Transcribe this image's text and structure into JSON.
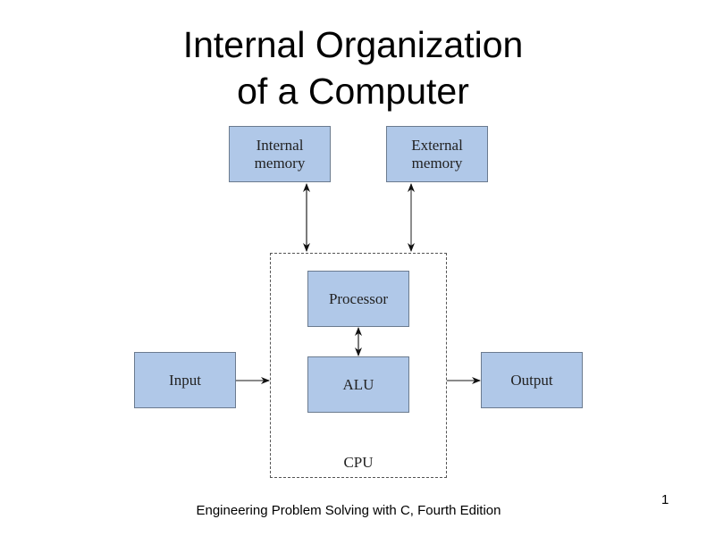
{
  "slide": {
    "title_line1": "Internal Organization",
    "title_line2": "of a Computer",
    "footer": "Engineering Problem Solving with C, Fourth Edition",
    "page_number": "1"
  },
  "diagram": {
    "internal_memory": "Internal memory",
    "external_memory": "External memory",
    "processor": "Processor",
    "alu": "ALU",
    "input": "Input",
    "output": "Output",
    "cpu": "CPU",
    "box_color": "#b0c8e8"
  }
}
